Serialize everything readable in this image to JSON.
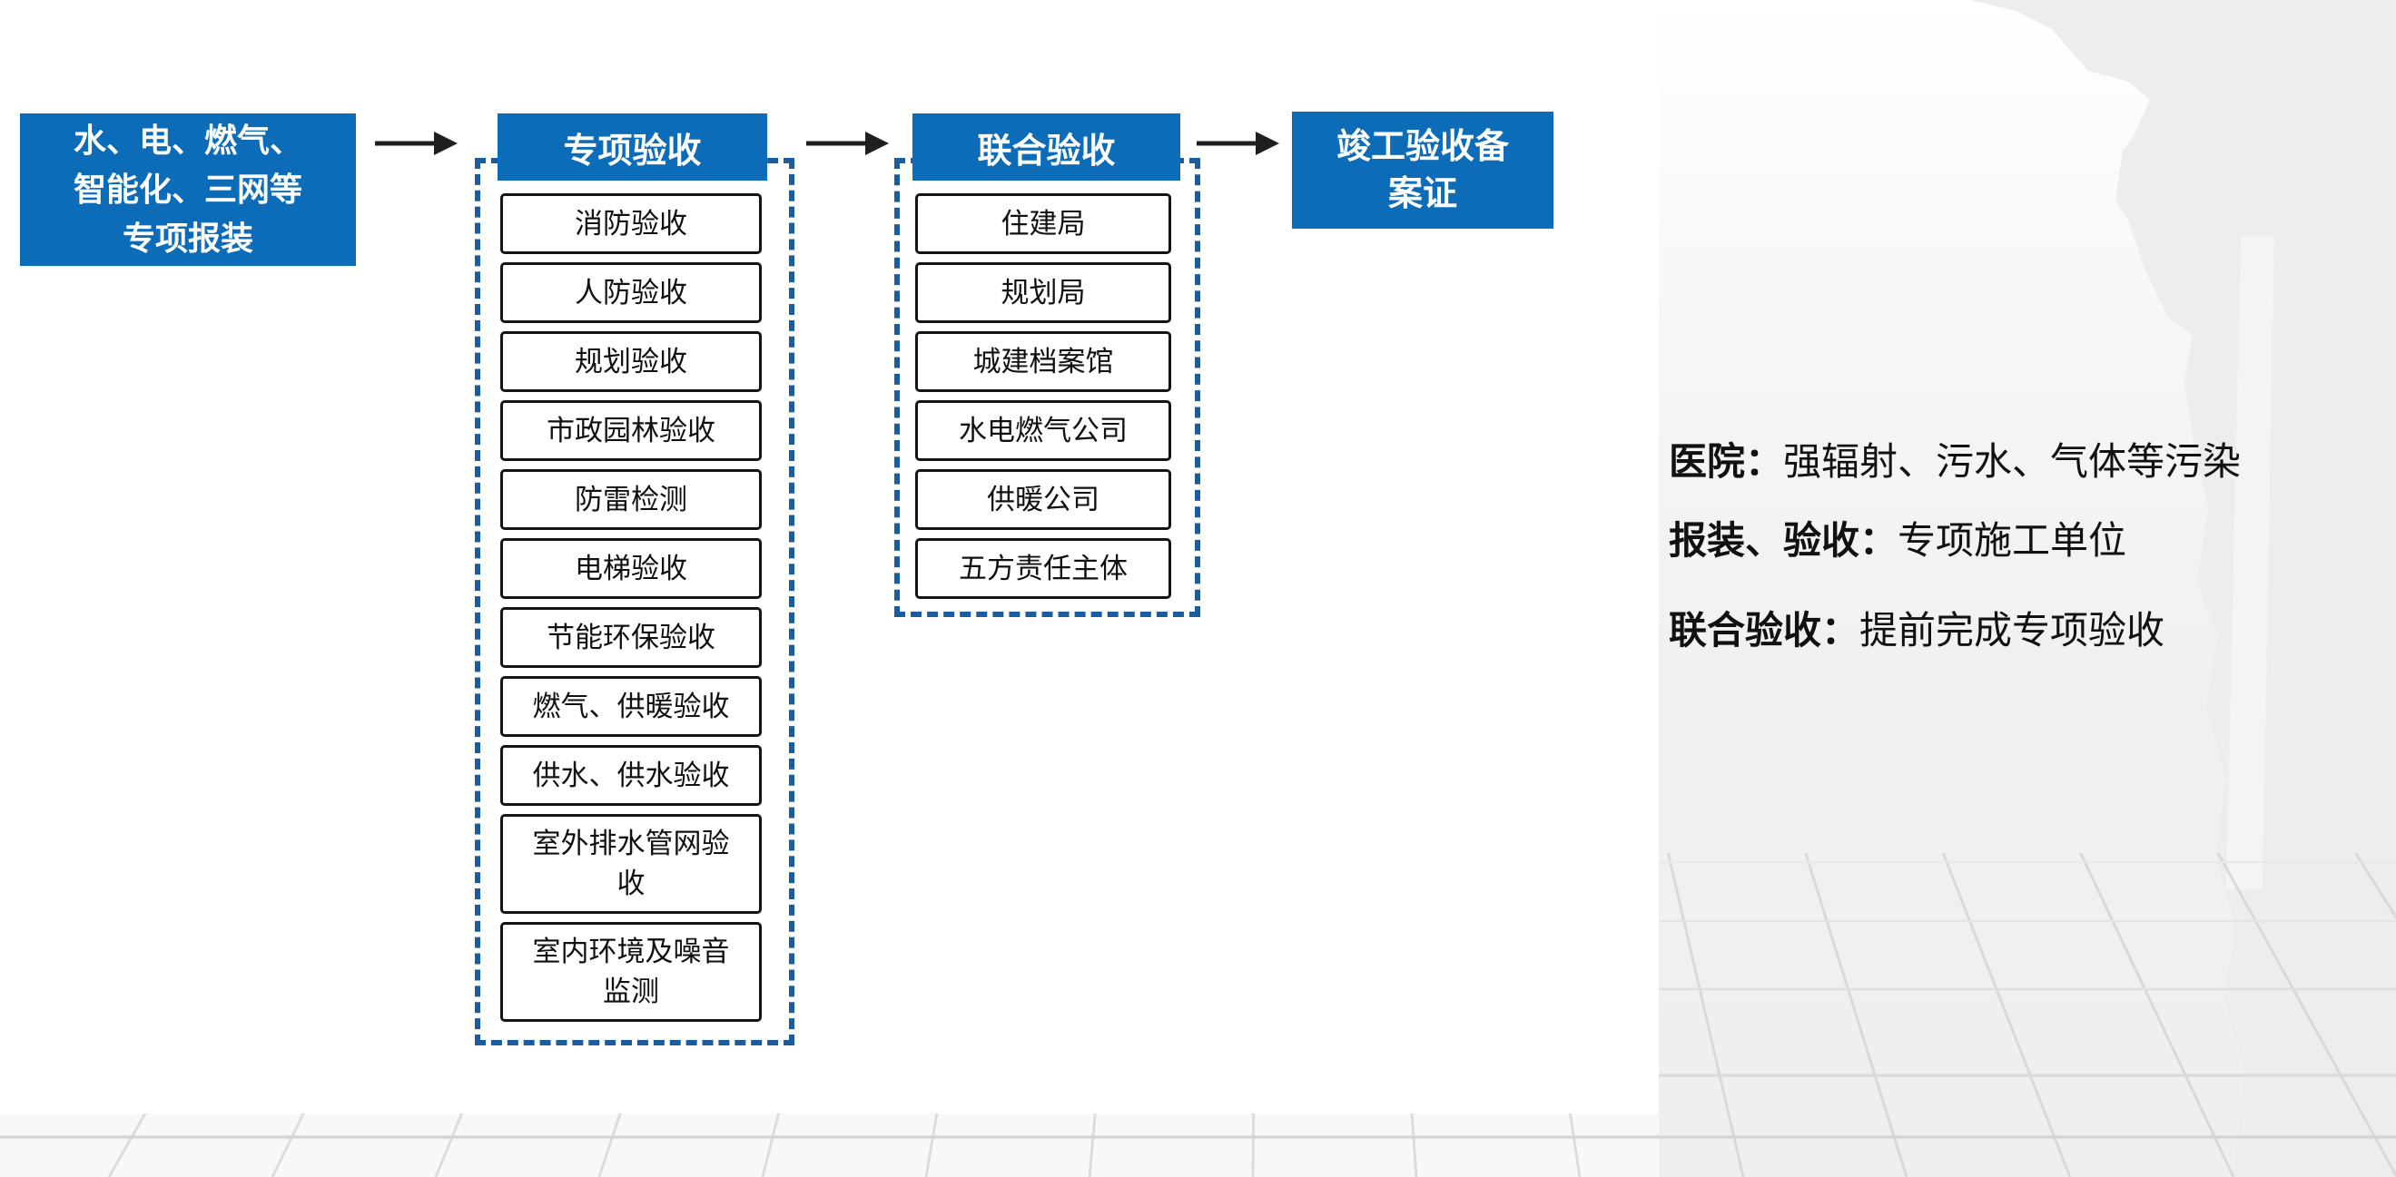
{
  "flow": {
    "start_box": {
      "lines": [
        "水、电、燃气、",
        "智能化、三网等",
        "专项报装"
      ]
    },
    "columns": [
      {
        "header": "专项验收",
        "items": [
          "消防验收",
          "人防验收",
          "规划验收",
          "市政园林验收",
          "防雷检测",
          "电梯验收",
          "节能环保验收",
          "燃气、供暖验收",
          "供水、供水验收",
          [
            "室外排水管网验",
            "收"
          ],
          [
            "室内环境及噪音",
            "监测"
          ]
        ]
      },
      {
        "header": "联合验收",
        "items": [
          "住建局",
          "规划局",
          "城建档案馆",
          "水电燃气公司",
          "供暖公司",
          "五方责任主体"
        ]
      }
    ],
    "end_box": {
      "lines": [
        "竣工验收备",
        "案证"
      ]
    }
  },
  "notes": [
    {
      "label": "医院：",
      "text": "强辐射、污水、气体等污染"
    },
    {
      "label": "报装、验收：",
      "text": "专项施工单位"
    },
    {
      "label": "联合验收：",
      "text": "提前完成专项验收"
    }
  ],
  "icons": {
    "flow_arrow": "→"
  },
  "colors": {
    "primary_blue": "#0d6cb8",
    "dash_blue": "#1b5c9e",
    "item_border": "#141414",
    "arrow_black": "#1f1f1f",
    "text_black": "#111111",
    "map_gray": "#ededed",
    "grid_line_gray": "#d9d9d9"
  }
}
